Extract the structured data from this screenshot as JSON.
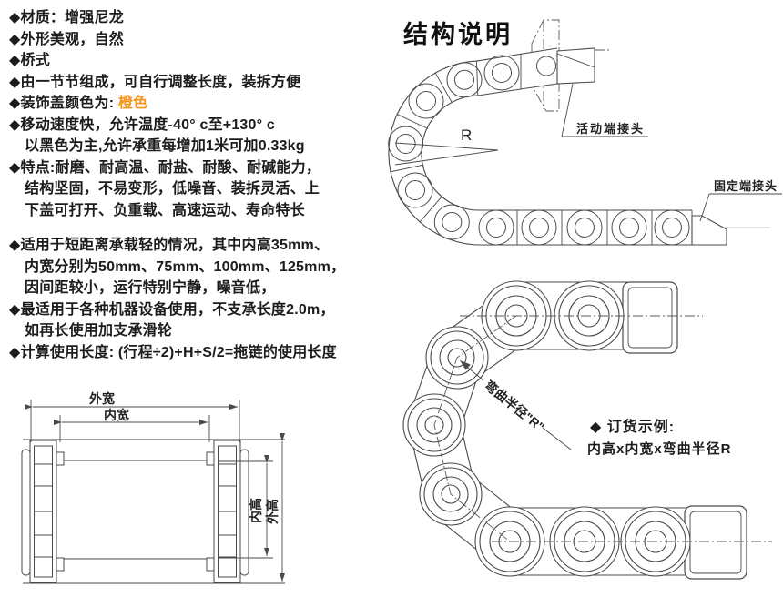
{
  "colors": {
    "accent_orange": "#f7941d",
    "line": "#4a4a4a",
    "text": "#1c1c1c"
  },
  "specs": {
    "lines": [
      "◆材质：增强尼龙",
      "◆外形美观，自然",
      "◆桥式",
      "◆由一节节组成，可自行调整长度，装拆方便"
    ],
    "decor_prefix": "◆装饰盖颜色为: ",
    "decor_value": "橙色",
    "lines2": [
      "◆移动速度快，允许温度-40° c至+130° c",
      "以黑色为主,允许承重每增加1米可加0.33kg",
      "◆特点:耐磨、耐高温、耐盐、耐酸、耐碱能力，",
      "结构坚固，不易变形，低噪音、装拆灵活、上",
      "下盖可打开、负重载、高速运动、寿命特长",
      "◆适用于短距离承载轻的情况，其中内高35mm、",
      "内宽分别为50mm、75mm、100mm、125mm，",
      "因间距较小，运行特别宁静，噪音低，",
      "◆最适用于各种机器设备使用，不支承长度2.0m，",
      "如再长使用加支承滑轮",
      "◆计算使用长度: (行程÷2)+H+S/2=拖链的使用长度"
    ]
  },
  "structure": {
    "heading": "结构说明",
    "labels": {
      "movable_end": "活动端接头",
      "fixed_end": "固定端接头",
      "radius": "R",
      "bend_radius": "弯曲半径\"R\""
    }
  },
  "order_example": {
    "line1": "◆ 订货示例:",
    "line2": "内高x内宽x弯曲半径R"
  },
  "dimensions": {
    "outer_width": "外宽",
    "inner_width": "内宽",
    "inner_height": "内高",
    "outer_height": "外高"
  }
}
